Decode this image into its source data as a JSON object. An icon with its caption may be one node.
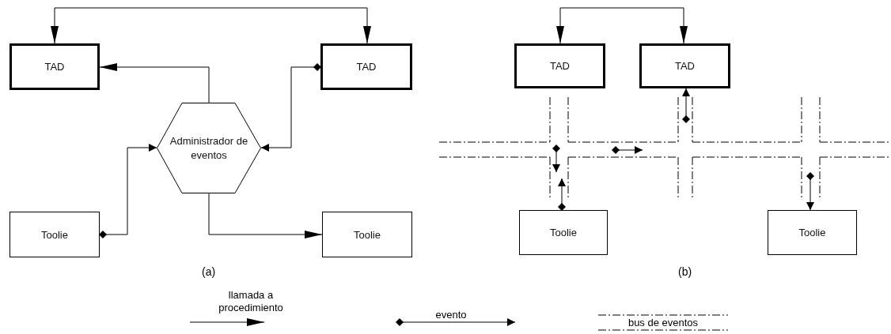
{
  "diagram": {
    "nodes": [
      {
        "text": [
          "TAD"
        ]
      },
      {
        "text": [
          "TAD"
        ]
      },
      {
        "text": [
          "Administrador de eventos"
        ]
      },
      {
        "text": [
          "Toolie"
        ]
      },
      {
        "text": [
          "Toolie"
        ]
      },
      {
        "text": [
          "TAD"
        ]
      },
      {
        "text": [
          "TAD"
        ]
      },
      {
        "text": [
          "Toolie"
        ]
      },
      {
        "text": [
          "Toolie"
        ]
      },
      {
        "text": [],
        "shape": "bar"
      }
    ],
    "edges": [
      {
        "from": 0,
        "to": 1,
        "arrow": "both"
      },
      {
        "from": 2,
        "to": 0,
        "arrow": "to"
      },
      {
        "from": 1,
        "to": 2,
        "arrow": "to"
      },
      {
        "from": 3,
        "to": 2,
        "arrow": "to"
      },
      {
        "from": 2,
        "to": 4,
        "arrow": "to"
      },
      {
        "from": 5,
        "to": 6,
        "arrow": "both"
      },
      {
        "from": 9,
        "to": null,
        "arrow": "to"
      },
      {
        "from": 7,
        "to": 9,
        "arrow": "to"
      },
      {
        "from": 9,
        "to": 6,
        "arrow": "to"
      },
      {
        "from": 9,
        "to": 8,
        "arrow": "to"
      }
    ],
    "labels": [
      "(a)",
      "(b)"
    ],
    "legend": [
      {
        "text": "llamada a procedimiento"
      },
      {
        "text": "evento"
      },
      {
        "text": "bus de eventos"
      }
    ]
  }
}
